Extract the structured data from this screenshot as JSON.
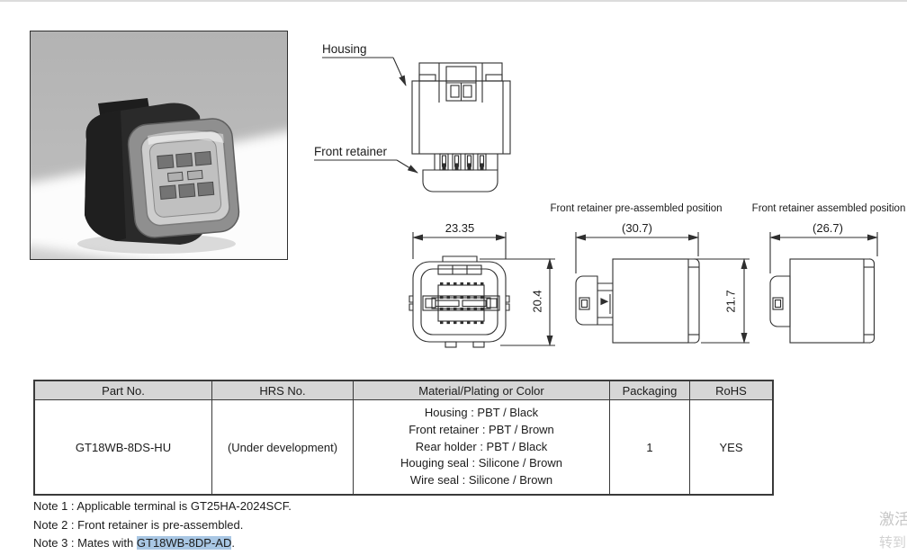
{
  "document": {
    "callouts": {
      "housing": "Housing",
      "front_retainer": "Front retainer"
    },
    "dimensions": {
      "front_width": "23.35",
      "front_height": "20.4",
      "preassembled_title": "Front retainer pre-assembled position",
      "preassembled_width": "(30.7)",
      "preassembled_height": "21.7",
      "assembled_title": "Front retainer assembled position",
      "assembled_width": "(26.7)"
    },
    "table": {
      "headers": [
        "Part No.",
        "HRS No.",
        "Material/Plating or Color",
        "Packaging",
        "RoHS"
      ],
      "row": {
        "part_no": "GT18WB-8DS-HU",
        "hrs_no": "(Under development)",
        "materials": [
          "Housing : PBT / Black",
          "Front retainer : PBT / Brown",
          "Rear holder : PBT / Black",
          "Houging seal : Silicone / Brown",
          "Wire seal : Silicone / Brown"
        ],
        "packaging": "1",
        "rohs": "YES"
      }
    },
    "notes": {
      "note1": "Note 1 : Applicable terminal is GT25HA-2024SCF.",
      "note2": "Note 2 : Front retainer is pre-assembled.",
      "note3_prefix": "Note 3 : Mates with ",
      "note3_highlight": "GT18WB-8DP-AD",
      "note3_suffix": "."
    },
    "watermark": {
      "line1": "激活",
      "line2": "转到"
    },
    "colors": {
      "selection_highlight": "#a9c7e4",
      "table_header_bg": "#d6d6d6",
      "line_color": "#2f2f2f"
    }
  }
}
